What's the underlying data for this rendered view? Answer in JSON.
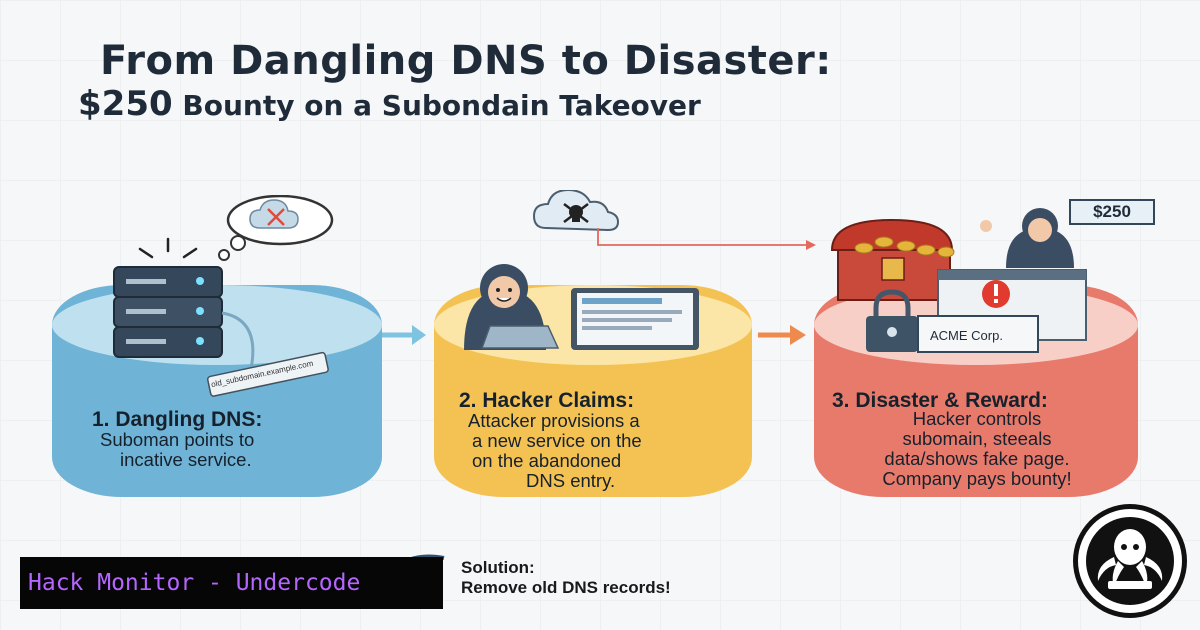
{
  "title": "From Dangling DNS to Disaster:",
  "subtitle_amount": "$250",
  "subtitle_rest": " Bounty on a Subondain Takeover",
  "steps": [
    {
      "title": "1. Dangling DNS:",
      "lines": [
        "Suboman points to",
        "incative service."
      ],
      "tag": "old_subdomain.example.com",
      "color": "#6fb3d6"
    },
    {
      "title": "2. Hacker Claims:",
      "lines": [
        "Attacker provisions a",
        "a new service on the",
        "on the abandoned",
        "DNS entry."
      ],
      "color": "#f4c253"
    },
    {
      "title": "3. Disaster & Reward:",
      "lines": [
        "Hacker controls",
        "subomain, steeals",
        "data/shows fake page.",
        "Company pays bounty!"
      ],
      "color": "#e87a6c"
    }
  ],
  "reward_sign": "$250",
  "fake_site_label": "ACME Corp.",
  "solution": {
    "heading": "Solution:",
    "text": "Remove old DNS records!"
  },
  "footer_label": "Hack Monitor - Undercode"
}
